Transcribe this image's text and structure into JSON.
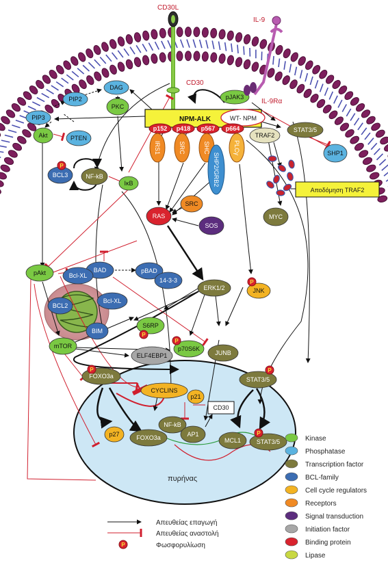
{
  "ligands": {
    "cd30l": "CD30L",
    "il9": "IL-9",
    "cd30": "CD30",
    "il9ra": "IL-9Rα"
  },
  "fusion": {
    "title": "NPM-ALK",
    "wt_npm": "WT- NPM",
    "phospho_sites": [
      "p152",
      "p418",
      "p567",
      "p664"
    ]
  },
  "adapters": [
    "IRS1",
    "SRC",
    "SHC",
    "PLCγ"
  ],
  "nodes": {
    "dag": "DAG",
    "pip2": "PIP2",
    "pip3": "PIP3",
    "pkc": "PKC",
    "akt": "Akt",
    "pten": "PTEN",
    "pjak3": "pJAK3",
    "stat35": "STAT3/5",
    "traf2": "TRAF2",
    "shp1": "SHP1",
    "traf2_deg": "Αποδόμηση TRAF2",
    "bcl3": "BCL3",
    "nfkb": "NF-kB",
    "ikb": "IκB",
    "shp2grb2": "SHP2/GRB2",
    "ras": "RAS",
    "src": "SRC",
    "sos": "SOS",
    "myc": "MYC",
    "pakt": "pAkt",
    "bad": "BAD",
    "pbad": "pBAD",
    "p1433": "14-3-3",
    "bclxl_top": "Bcl-XL",
    "bcl2": "BCL2",
    "bclxl_mid": "Bcl-XL",
    "bim": "BIM",
    "erk": "ERK1/2",
    "jnk": "JNK",
    "s6rp": "S6RP",
    "mtor": "mTOR",
    "elf4ebp1": "ELF4EBP1",
    "p70s6k": "p70S6K",
    "junb": "JUNB",
    "foxo3a_top": "FOXO3a",
    "cyclins": "CYCLINS",
    "stat35_low": "STAT3/5",
    "p21": "p21",
    "cd30_box": "CD30",
    "p27": "p27",
    "nfkb_nuc": "NF-kB",
    "foxo3a_nuc": "FOXO3a",
    "ap1": "AP1",
    "mcl1": "MCL1",
    "stat35_nuc": "STAT3/5",
    "nucleus": "πυρήνας",
    "p": "P"
  },
  "legend_classes": [
    {
      "label": "Kinase",
      "color": "#7ac943"
    },
    {
      "label": "Phosphatase",
      "color": "#5bb3e0"
    },
    {
      "label": "Transcription factor",
      "color": "#7d7a3d"
    },
    {
      "label": "BCL-family",
      "color": "#3c6db2"
    },
    {
      "label": "Cell cycle regulators",
      "color": "#f3b323"
    },
    {
      "label": "Receptors",
      "color": "#f08a24"
    },
    {
      "label": "Signal transduction",
      "color": "#5c2d7e"
    },
    {
      "label": "Initiation factor",
      "color": "#a7a7a7"
    },
    {
      "label": "Binding protein",
      "color": "#d9232e"
    },
    {
      "label": "Lipase",
      "color": "#c8d842"
    }
  ],
  "legend_lines": {
    "activation": "Απευθείας επαγωγή",
    "inhibition": "Απευθείας αναστολή",
    "phospho": "Φωσφορυλίωση"
  }
}
